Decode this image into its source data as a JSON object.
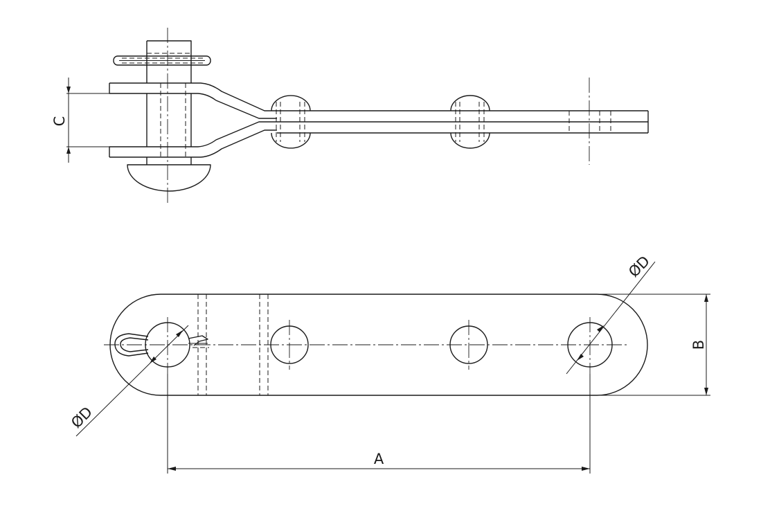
{
  "dimensions": {
    "length": "A",
    "width": "B",
    "clevis_gap": "C",
    "hole_diameter_top": "ØD",
    "hole_diameter_bottom": "ØD"
  },
  "colors": {
    "line": "#1a1a1a",
    "background": "#ffffff"
  }
}
